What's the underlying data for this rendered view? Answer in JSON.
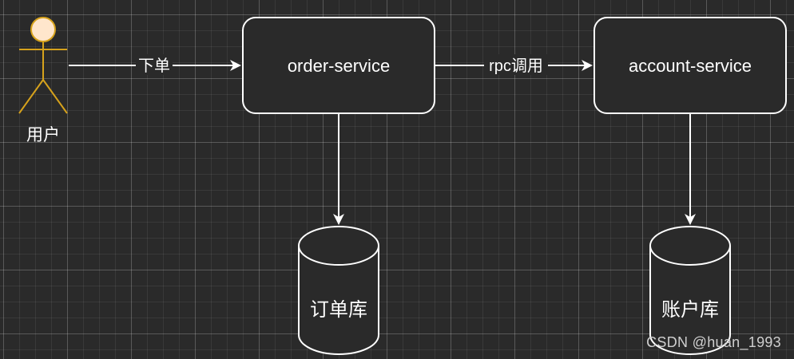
{
  "actor": {
    "label": "用户",
    "stroke": "#d6a21c",
    "fill": "#ffe6cc"
  },
  "nodes": {
    "order_service": "order-service",
    "account_service": "account-service"
  },
  "edges": {
    "place_order": "下单",
    "rpc_call": "rpc调用"
  },
  "databases": {
    "order_db": "订单库",
    "account_db": "账户库"
  },
  "watermark": "CSDN @huan_1993",
  "colors": {
    "background": "#2a2a2a",
    "node_fill": "#2a2a2a",
    "stroke": "#ffffff"
  }
}
